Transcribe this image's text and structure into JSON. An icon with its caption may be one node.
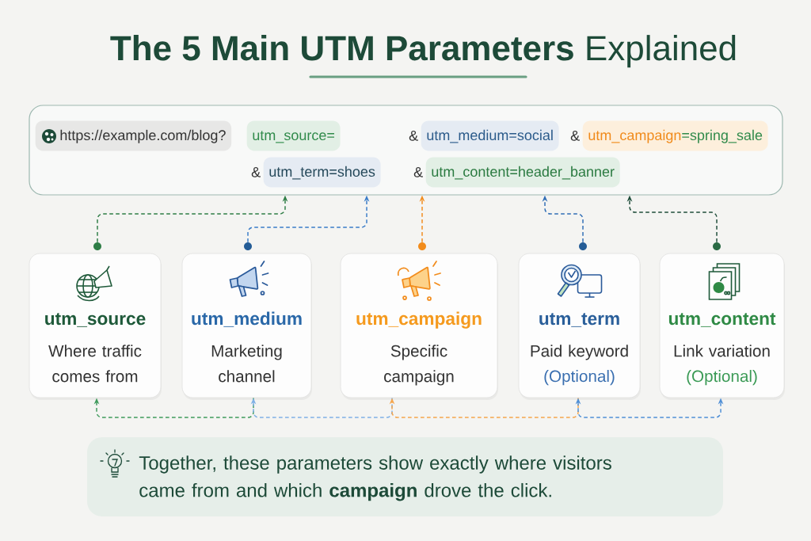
{
  "diagram": {
    "title": "**The 5 Main UTM Parameters** Explained",
    "nodes": [
      {
        "text": [],
        "shape": "box"
      },
      {
        "text": [
          "https://example.com/blog?"
        ],
        "in": 0
      },
      {
        "text": [
          "utm_source="
        ],
        "in": 0
      },
      {
        "text": [
          "utm_medium=social"
        ],
        "beside": [
          "&"
        ],
        "in": 0
      },
      {
        "text": [
          "utm_campaign",
          "=spring_sale"
        ],
        "beside": [
          "&"
        ],
        "in": 0
      },
      {
        "text": [
          "utm_term=shoes"
        ],
        "beside": [
          "&"
        ],
        "in": 0
      },
      {
        "text": [
          "utm_content=header_banner"
        ],
        "beside": [
          "&"
        ],
        "in": 0
      },
      {
        "text": [
          "utm_source",
          "Where traffic comes from"
        ]
      },
      {
        "text": [
          "utm_medium",
          "Marketing channel"
        ]
      },
      {
        "text": [
          "utm_campaign",
          "Specific campaign"
        ]
      },
      {
        "text": [
          "utm_term",
          "Paid keyword",
          "(Optional)"
        ]
      },
      {
        "text": [
          "utm_content",
          "Link variation",
          "(Optional)"
        ]
      },
      {
        "text": [
          "Together, these parameters show exactly where visitors came from and which **campaign** drove the click."
        ]
      },
      {
        "text": [],
        "shape": "circle"
      },
      {
        "text": [],
        "shape": "circle"
      },
      {
        "text": [],
        "shape": "circle"
      },
      {
        "text": [],
        "shape": "circle"
      },
      {
        "text": [],
        "shape": "circle"
      }
    ],
    "edges": [
      {
        "from": 13,
        "to": 0,
        "arrow": "to",
        "style": "dashed",
        "color": "#2e7d46"
      },
      {
        "from": 14,
        "to": 0,
        "arrow": "to",
        "style": "dashed",
        "color": "#3a7cc8"
      },
      {
        "from": 15,
        "to": 0,
        "arrow": "to",
        "style": "dashed",
        "color": "#f28c1c"
      },
      {
        "from": 16,
        "to": 0,
        "arrow": "to",
        "style": "dashed",
        "color": "#2f6db5"
      },
      {
        "from": 17,
        "to": 0,
        "arrow": "to",
        "style": "dashed",
        "color": "#1f4d3a"
      },
      {
        "from": 8,
        "to": 7,
        "arrow": "to",
        "style": "dashed",
        "color": "#3f9a5c"
      },
      {
        "from": 9,
        "to": 8,
        "arrow": "to",
        "style": "dashed",
        "color": "#7fb0e6"
      },
      {
        "from": 10,
        "to": 9,
        "arrow": "to",
        "style": "dashed",
        "color": "#f5a64e"
      },
      {
        "from": 10,
        "to": 11,
        "arrow": "both",
        "style": "dashed",
        "color": "#4f8fd6"
      }
    ]
  }
}
